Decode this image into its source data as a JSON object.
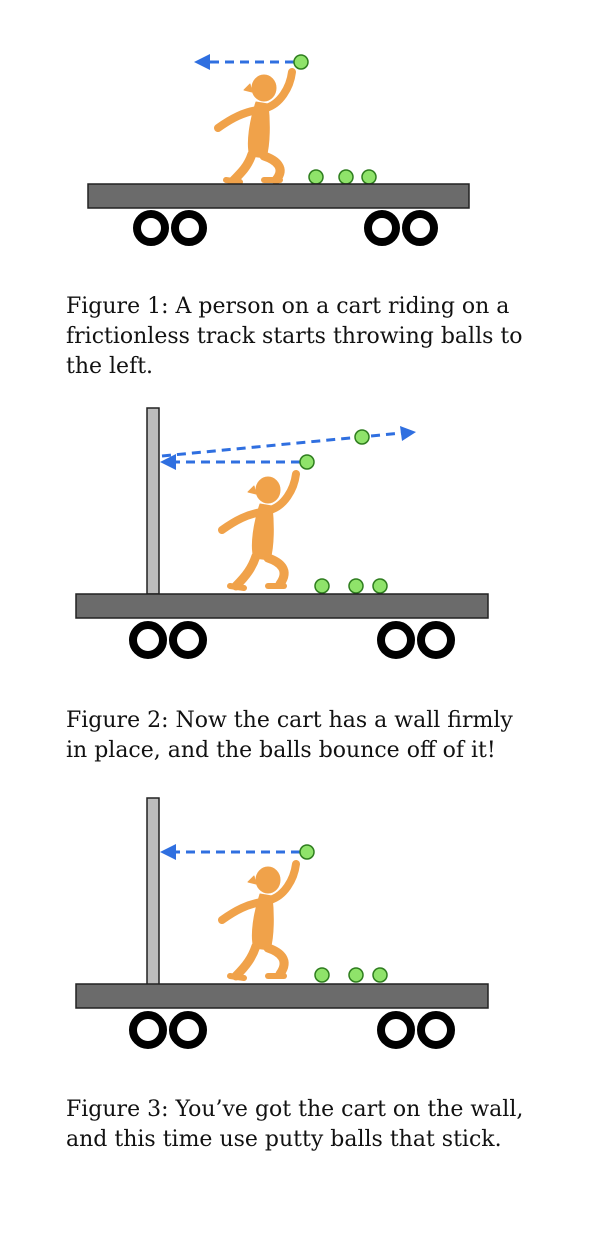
{
  "colors": {
    "person": "#F0A24A",
    "ball": "#8FE36A",
    "ball_stroke": "#2E7D1E",
    "arrow": "#2F6FE0",
    "cart_body": "#6B6B6B",
    "wall": "#BDBDBD",
    "wheel": "#000000"
  },
  "figures": [
    {
      "caption": "Figure 1: A person on a cart riding on a frictionless track starts throwing balls to the left.",
      "has_wall": false,
      "arrow": "thrown-left"
    },
    {
      "caption": "Figure 2: Now the cart has a wall firmly in place, and the balls bounce off of it!",
      "has_wall": true,
      "arrow": "bounce-back"
    },
    {
      "caption": "Figure 3: You’ve got the cart on the wall, and this time use putty balls that stick.",
      "has_wall": true,
      "arrow": "stick"
    }
  ]
}
